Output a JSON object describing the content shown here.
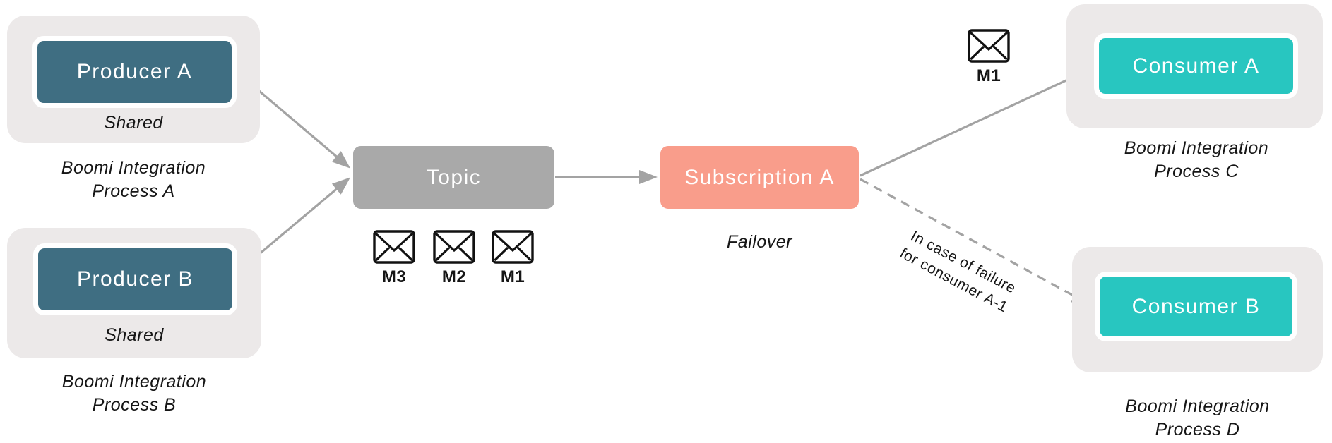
{
  "colors": {
    "producer": "#3f6e82",
    "consumer": "#28c6c0",
    "topic": "#a9a9a9",
    "subscription": "#f99d8b",
    "container": "#ece9e9",
    "arrow": "#a3a3a3",
    "text": "#161616"
  },
  "nodes": {
    "producer_a": {
      "label": "Producer A",
      "tag": "Shared",
      "caption": "Boomi Integration\nProcess A"
    },
    "producer_b": {
      "label": "Producer B",
      "tag": "Shared",
      "caption": "Boomi Integration\nProcess B"
    },
    "topic": {
      "label": "Topic"
    },
    "subscription_a": {
      "label": "Subscription A",
      "caption": "Failover"
    },
    "consumer_a": {
      "label": "Consumer A",
      "caption": "Boomi Integration\nProcess C"
    },
    "consumer_b": {
      "label": "Consumer B",
      "caption": "Boomi Integration\nProcess D"
    }
  },
  "messages": {
    "topic_queue": [
      {
        "label": "M3"
      },
      {
        "label": "M2"
      },
      {
        "label": "M1"
      }
    ],
    "delivered": {
      "label": "M1"
    }
  },
  "annotations": {
    "failover_note": "In case of failure\nfor consumer A-1"
  }
}
